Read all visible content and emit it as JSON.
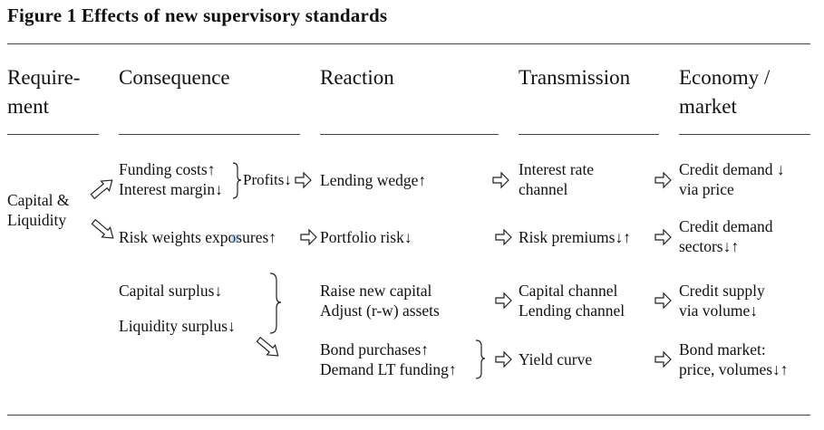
{
  "figure": {
    "title": "Figure 1  Effects of new supervisory standards"
  },
  "headers": [
    "Require-\nment",
    "Consequence",
    "Reaction",
    "Transmission",
    "Economy /\nmarket"
  ],
  "requirement": {
    "label": "Capital &\nLiquidity"
  },
  "consequence": {
    "funding_costs": "Funding costs↑",
    "interest_margin": "Interest margin↓",
    "profits": "Profits↓",
    "risk_weights": "Risk weights exposures↑",
    "capital_surplus": "Capital surplus↓",
    "liquidity_surplus": "Liquidity surplus↓"
  },
  "reaction": {
    "lending_wedge": "Lending wedge↑",
    "portfolio_risk": "Portfolio risk↓",
    "raise_capital": "Raise new capital\nAdjust (r-w) assets",
    "bond_purchases": "Bond purchases↑\nDemand LT funding↑"
  },
  "transmission": {
    "interest_rate": "Interest rate\nchannel",
    "risk_premiums": "Risk premiums↓↑",
    "capital_channel": "Capital channel\nLending channel",
    "yield_curve": "Yield curve"
  },
  "economy": {
    "credit_demand_price": "Credit demand ↓\nvia price",
    "credit_demand_sectors": "Credit demand\nsectors↓↑",
    "credit_supply": "Credit supply\nvia volume↓",
    "bond_market": "Bond market:\nprice, volumes↓↑"
  }
}
